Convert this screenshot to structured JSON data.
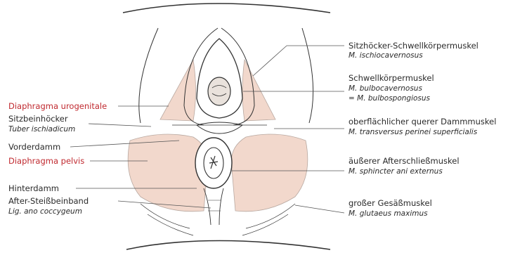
{
  "colors": {
    "highlight_fill": "#f2d8cc",
    "red_label": "#c0292f",
    "ink": "#2a2a2a"
  },
  "labels_left": {
    "diaphragma_urogenitale": "Diaphragma urogenitale",
    "sitzbeinhoecker": "Sitzbeinhöcker",
    "tuber_ischiadicum": "Tuber ischiadicum",
    "vorderdamm": "Vorderdamm",
    "diaphragma_pelvis": "Diaphragma pelvis",
    "hinterdamm": "Hinterdamm",
    "after_steissbeinband": "After-Steißbeinband",
    "lig_ano_coccygeum": "Lig. ano coccygeum"
  },
  "labels_right": {
    "ischiocavernosus_de": "Sitzhöcker-Schwellkörpermuskel",
    "ischiocavernosus_lat": "M. ischiocavernosus",
    "bulbocavernosus_de": "Schwellkörpermuskel",
    "bulbocavernosus_lat": "M. bulbocavernosus",
    "bulbospongiosus_lat": "= M. bulbospongiosus",
    "transversus_de": "oberflächlicher querer Dammmuskel",
    "transversus_lat": "M. transversus perinei superficialis",
    "sphincter_de": "äußerer Afterschließmuskel",
    "sphincter_lat": "M. sphincter ani externus",
    "glutaeus_de": "großer Gesäßmuskel",
    "glutaeus_lat": "M. glutaeus maximus"
  }
}
